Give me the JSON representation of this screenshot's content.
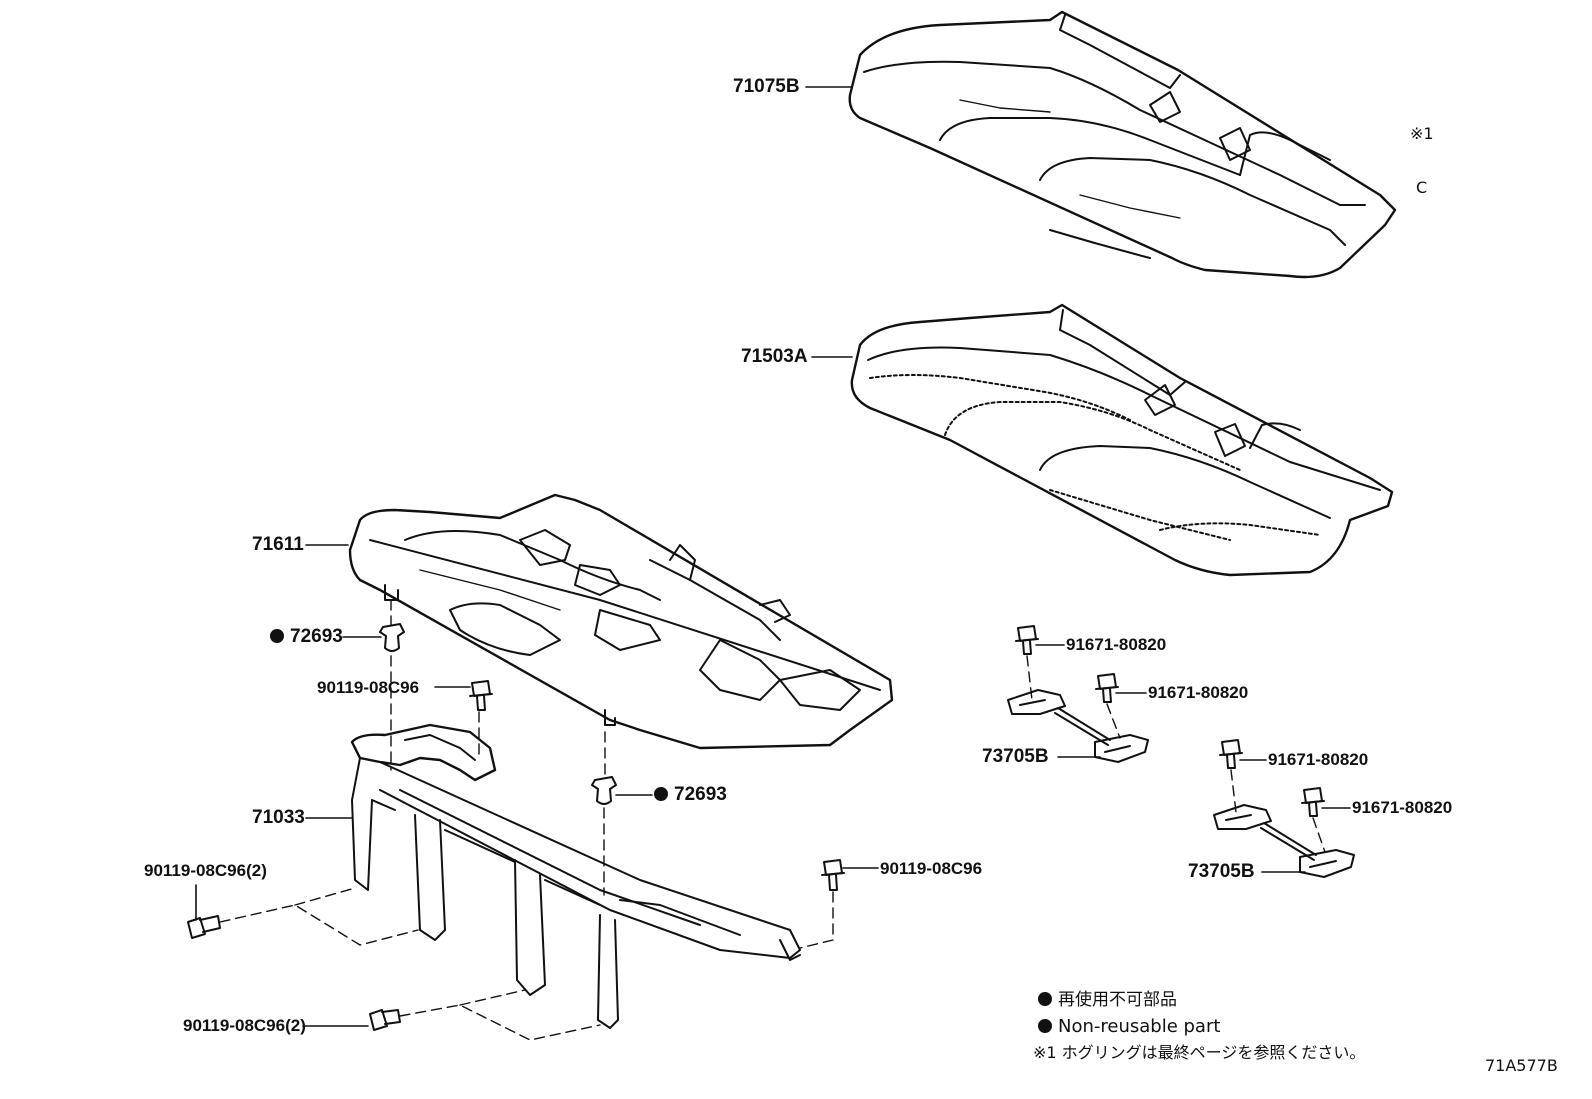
{
  "parts": {
    "cushion_cover": "71075B",
    "cushion_pad": "71503A",
    "cushion_frame": "71611",
    "clip_top": "72693",
    "clip_mid": "72693",
    "bolt_top": "90119-08C96",
    "bolt_left_upper": "90119-08C96(2)",
    "bolt_left_lower": "90119-08C96(2)",
    "bolt_right": "90119-08C96",
    "frame": "71033",
    "hook_a1": "91671-80820",
    "hook_a2": "91671-80820",
    "hook_b1": "91671-80820",
    "hook_b2": "91671-80820",
    "striker_a": "73705B",
    "striker_b": "73705B"
  },
  "note_mark": "※1",
  "note_sym": "C",
  "legend": {
    "jp": "再使用不可部品",
    "en": "Non-reusable part",
    "note": "※1 ホグリングは最終ページを参照ください。"
  },
  "drawing_code": "71A577B"
}
